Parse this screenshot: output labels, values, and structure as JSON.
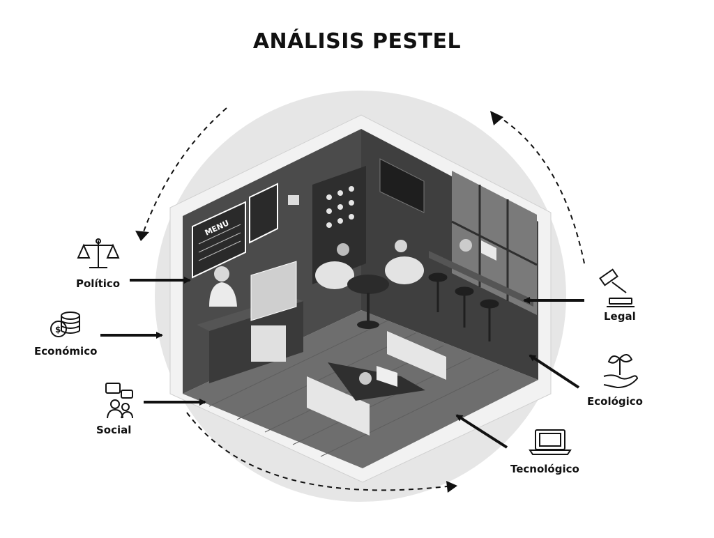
{
  "title": "ANÁLISIS PESTEL",
  "factors": {
    "politico": {
      "label": "Político",
      "icon": "scales-icon"
    },
    "economico": {
      "label": "Económico",
      "icon": "coins-icon"
    },
    "social": {
      "label": "Social",
      "icon": "people-chat-icon"
    },
    "legal": {
      "label": "Legal",
      "icon": "gavel-icon"
    },
    "ecologico": {
      "label": "Ecológico",
      "icon": "plant-hand-icon"
    },
    "tecnologico": {
      "label": "Tecnológico",
      "icon": "laptop-icon"
    }
  },
  "illustration": {
    "name": "isometric-cafe-scene",
    "menu_board_text": "MENU"
  },
  "colors": {
    "ink": "#111111",
    "circle": "#e6e6e6",
    "wall": "#4a4a4a",
    "floor": "#6b6b6b"
  }
}
